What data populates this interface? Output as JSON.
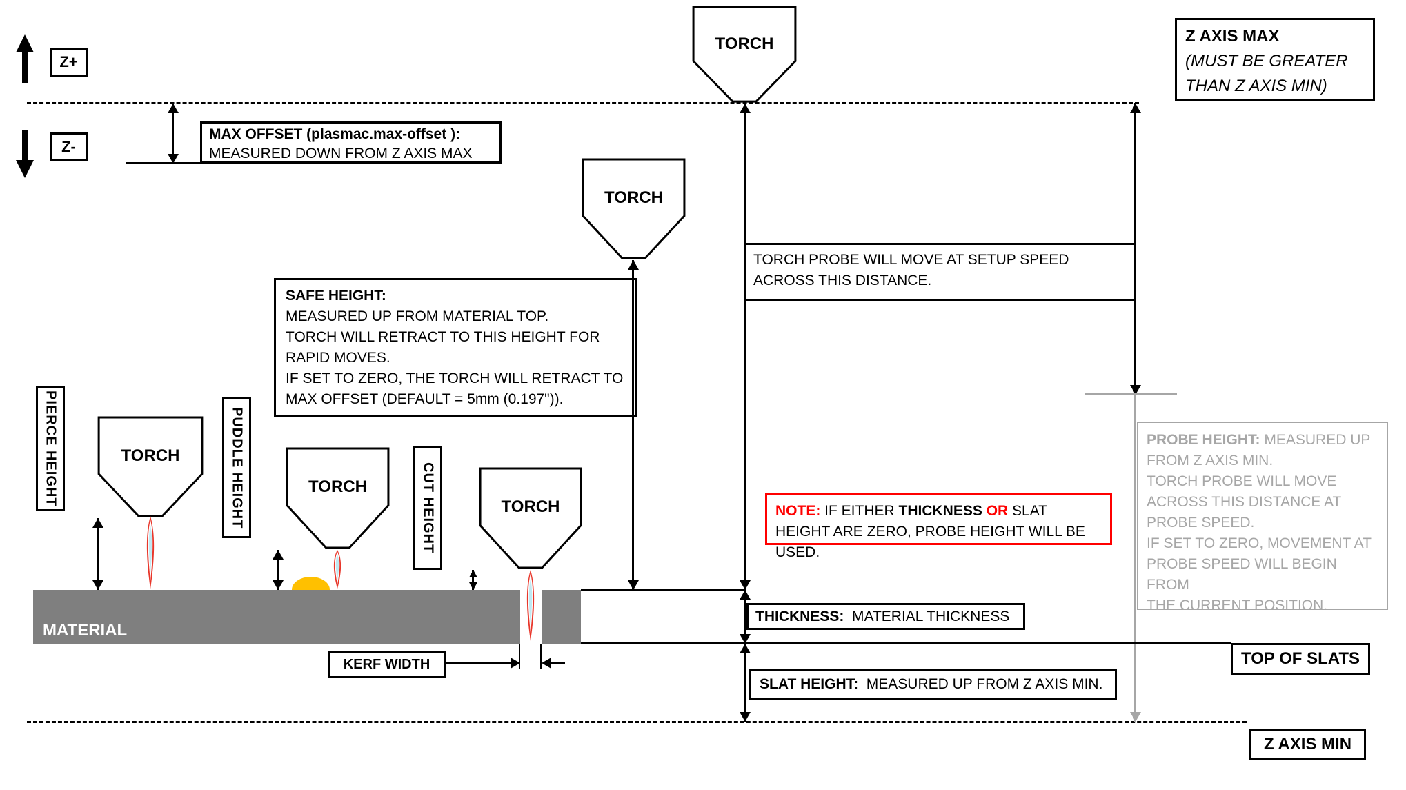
{
  "labels": {
    "torch": "TORCH",
    "z_plus": "Z+",
    "z_minus": "Z-",
    "material": "MATERIAL",
    "kerf_width": "KERF WIDTH",
    "pierce_height": "PIERCE HEIGHT",
    "puddle_height": "PUDDLE HEIGHT",
    "cut_height": "CUT HEIGHT",
    "top_of_slats": "TOP OF SLATS",
    "z_axis_min": "Z AXIS MIN"
  },
  "z_axis_max": {
    "title": "Z AXIS MAX",
    "line2": "(MUST BE GREATER",
    "line3": "THAN Z AXIS MIN)"
  },
  "max_offset": {
    "title": "MAX OFFSET (plasmac.max-offset ):",
    "body": "MEASURED DOWN FROM Z AXIS MAX"
  },
  "safe_height": {
    "title": "SAFE HEIGHT:",
    "lines": [
      "MEASURED UP FROM MATERIAL TOP.",
      "TORCH WILL RETRACT TO THIS HEIGHT FOR",
      "RAPID MOVES.",
      "IF SET TO ZERO, THE TORCH WILL RETRACT TO",
      "MAX OFFSET (DEFAULT = 5mm (0.197\"))."
    ]
  },
  "torch_probe": {
    "line1": "TORCH PROBE WILL MOVE AT SETUP SPEED",
    "line2": "ACROSS THIS DISTANCE."
  },
  "note": {
    "label": "NOTE:",
    "seg1": "  IF EITHER ",
    "seg2": "THICKNESS ",
    "seg3": "OR",
    "seg4": " SLAT HEIGHT ARE ZERO, PROBE HEIGHT WILL BE USED."
  },
  "thickness": {
    "title": "THICKNESS:",
    "body": "  MATERIAL THICKNESS"
  },
  "slat_height": {
    "title": "SLAT HEIGHT:",
    "body": "  MEASURED UP FROM Z AXIS MIN."
  },
  "probe_height": {
    "title": "PROBE HEIGHT:",
    "title_rest": " MEASURED UP",
    "lines": [
      "FROM Z AXIS MIN.",
      "TORCH PROBE WILL MOVE",
      "ACROSS THIS DISTANCE AT",
      "PROBE SPEED.",
      "IF SET TO ZERO,  MOVEMENT AT",
      "PROBE SPEED WILL BEGIN FROM",
      "THE CURRENT POSITION."
    ]
  },
  "colors": {
    "material_gray": "#7f7f7f",
    "probe_gray": "#a6a6a6",
    "note_red": "#ff0000",
    "puddle_orange": "#ffc000",
    "flame_red": "#e8362a",
    "flame_core": "#bfe9f2"
  }
}
